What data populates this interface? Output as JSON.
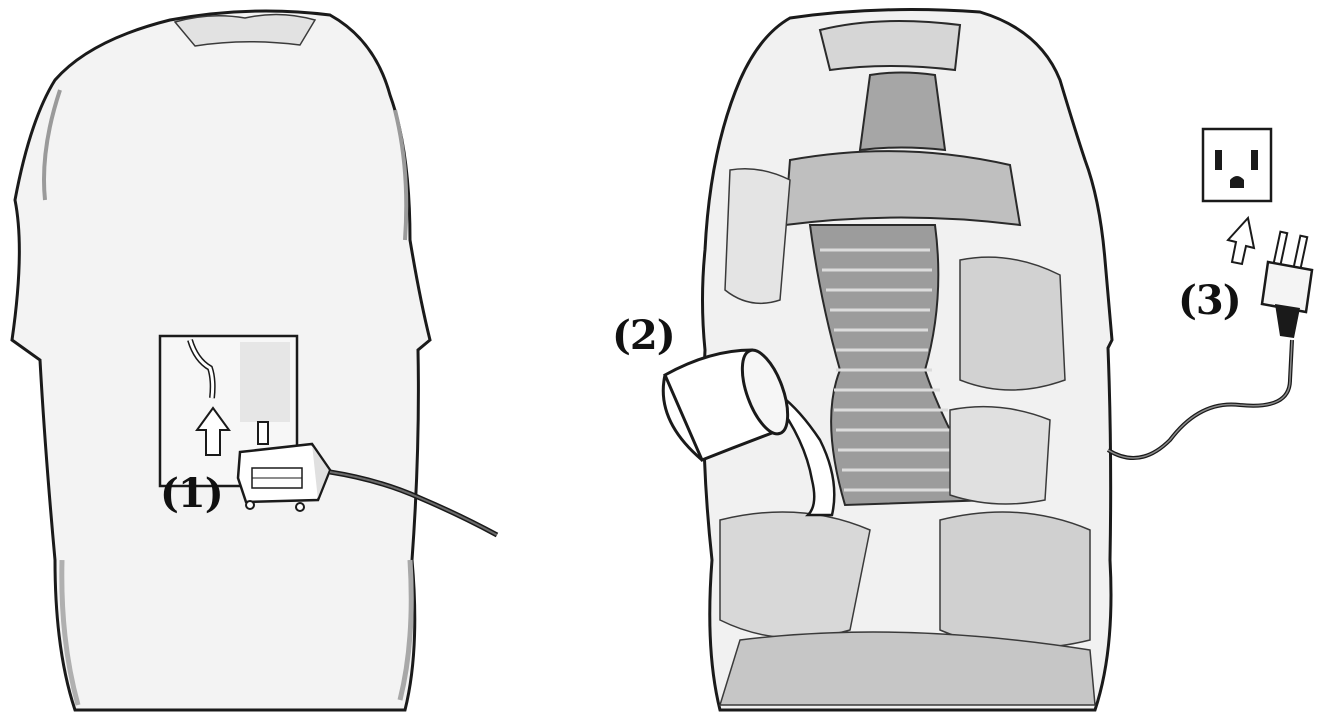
{
  "steps": [
    {
      "label": "(1)",
      "icon": "pump-icon"
    },
    {
      "label": "(2)",
      "icon": "pitcher-icon"
    },
    {
      "label": "(3)",
      "icon": "plug-icon"
    }
  ],
  "colors": {
    "outline": "#1a1a1a",
    "rock_fill": "#f2f2f2",
    "shade": "#bdbdbd",
    "dark_shade": "#8a8a8a"
  }
}
